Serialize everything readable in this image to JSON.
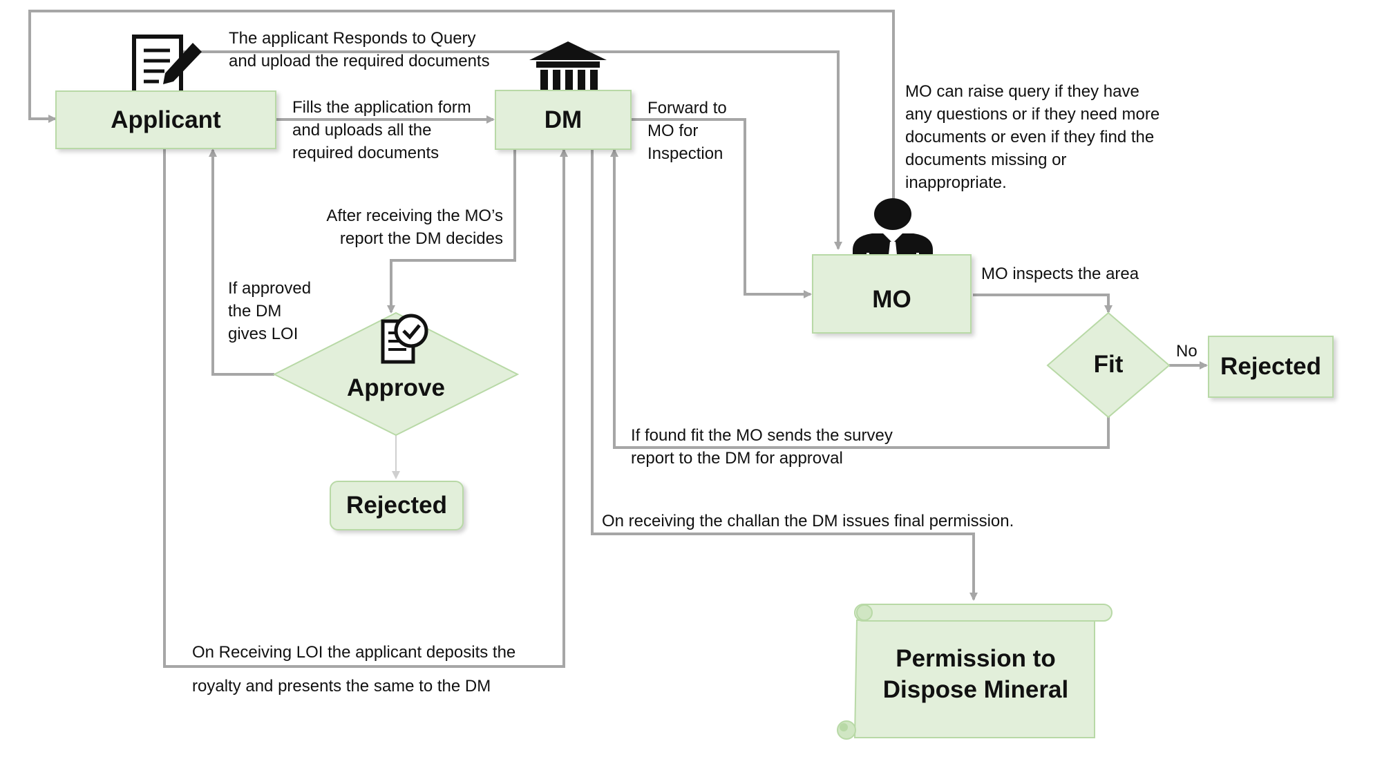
{
  "nodes": {
    "applicant": "Applicant",
    "dm": "DM",
    "mo": "MO",
    "approve": "Approve",
    "fit": "Fit",
    "rejected_left": "Rejected",
    "rejected_right": "Rejected",
    "final_line1": "Permission to",
    "final_line2": "Dispose Mineral"
  },
  "labels": {
    "responds_query": [
      "The applicant Responds to  Query",
      "and upload the required documents"
    ],
    "fills_form": [
      "Fills the application form",
      "and uploads all the",
      "required documents"
    ],
    "forward_mo": [
      "Forward to",
      "MO for",
      "Inspection"
    ],
    "mo_query": [
      "MO can raise query if they have",
      "any questions or if they need more",
      "documents or even if they find the",
      "documents missing or",
      "inappropriate."
    ],
    "dm_decides": [
      "After receiving the MO’s",
      "report  the DM decides"
    ],
    "if_approved": [
      "If approved",
      "the DM",
      "gives LOI"
    ],
    "mo_inspects": "MO inspects the area",
    "no": "No",
    "found_fit": [
      "If found fit  the MO sends the survey",
      "report to the DM for approval"
    ],
    "challan": "On receiving the challan the DM issues final permission.",
    "loi_deposit": [
      "On Receiving LOI the applicant  deposits the",
      "royalty and presents the same to the DM"
    ]
  },
  "icons": [
    "document-pen-icon",
    "bank-building-icon",
    "officer-person-icon",
    "checklist-approve-icon"
  ],
  "colors": {
    "node_fill": "#e2efda",
    "node_border": "#b8d9a6",
    "connector": "#a6a6a6",
    "icon": "#111111"
  }
}
